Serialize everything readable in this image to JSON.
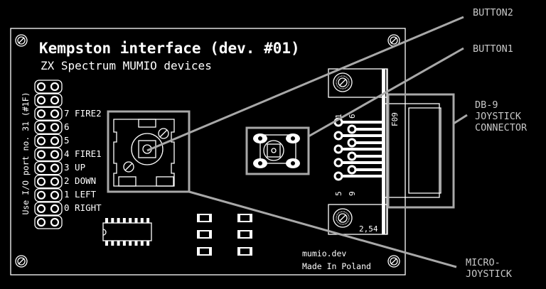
{
  "board": {
    "title": "Kempston interface (dev. #01)",
    "subtitle": "ZX Spectrum MUMIO devices",
    "side_note": "Use I/O port no. 31 (#1F)",
    "pin_labels": [
      "7 FIRE2",
      "6",
      "5",
      "4 FIRE1",
      "3 UP",
      "2 DOWN",
      "1 LEFT",
      "0 RIGHT"
    ],
    "connector_pin_labels": {
      "pin1": "1",
      "pin6": "6",
      "pin5": "5",
      "pin9": "9"
    },
    "connector_ref": "F09",
    "pitch_label": "2,54",
    "footer_line1": "mumio.dev",
    "footer_line2": "Made In Poland"
  },
  "callouts": {
    "button2": "BUTTON2",
    "button1": "BUTTON1",
    "db9_line1": "DB-9",
    "db9_line2": "JOYSTICK",
    "db9_line3": "CONNECTOR",
    "micro_line1": "MICRO-",
    "micro_line2": "JOYSTICK"
  },
  "colors": {
    "background": "#000000",
    "silkscreen": "#ffffff",
    "callout": "#a8a8a8"
  }
}
